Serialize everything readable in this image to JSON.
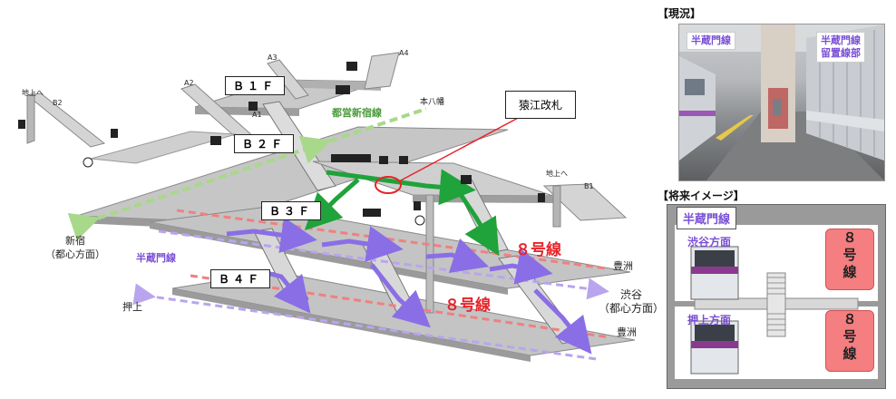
{
  "diagram": {
    "floors": [
      "Ｂ１Ｆ",
      "Ｂ２Ｆ",
      "Ｂ３Ｆ",
      "Ｂ４Ｆ"
    ],
    "exits": [
      "A1",
      "A2",
      "A3",
      "A4",
      "B1",
      "B2"
    ],
    "exit_ground_left": "地上へ",
    "exit_ground_right": "地上へ",
    "toei_line": "都営新宿線",
    "motoyawata": "本八幡",
    "shinjuku": "新宿\n（都心方面）",
    "hanzomon_label": "半蔵門線",
    "oshiage": "押上",
    "shibuya": "渋谷\n（都心方面）",
    "toyosu_upper": "豊洲",
    "toyosu_lower": "豊洲",
    "line8_upper": "８号線",
    "line8_lower": "８号線",
    "callout": "猿江改札"
  },
  "current": {
    "title": "【現況】",
    "tag_left": "半蔵門線",
    "tag_right": "半蔵門線\n留置線部"
  },
  "future": {
    "title": "【将来イメージ】",
    "box_title": "半蔵門線",
    "dir_shibuya": "渋谷方面",
    "dir_oshiage": "押上方面",
    "line8_top": "８\n号\n線",
    "line8_bottom": "８\n号\n線"
  },
  "colors": {
    "line8": "#e8232a",
    "hanzomon": "#7a4fd6",
    "toei": "#4a9a3a",
    "transfer_arrow": "#1fa33a"
  }
}
